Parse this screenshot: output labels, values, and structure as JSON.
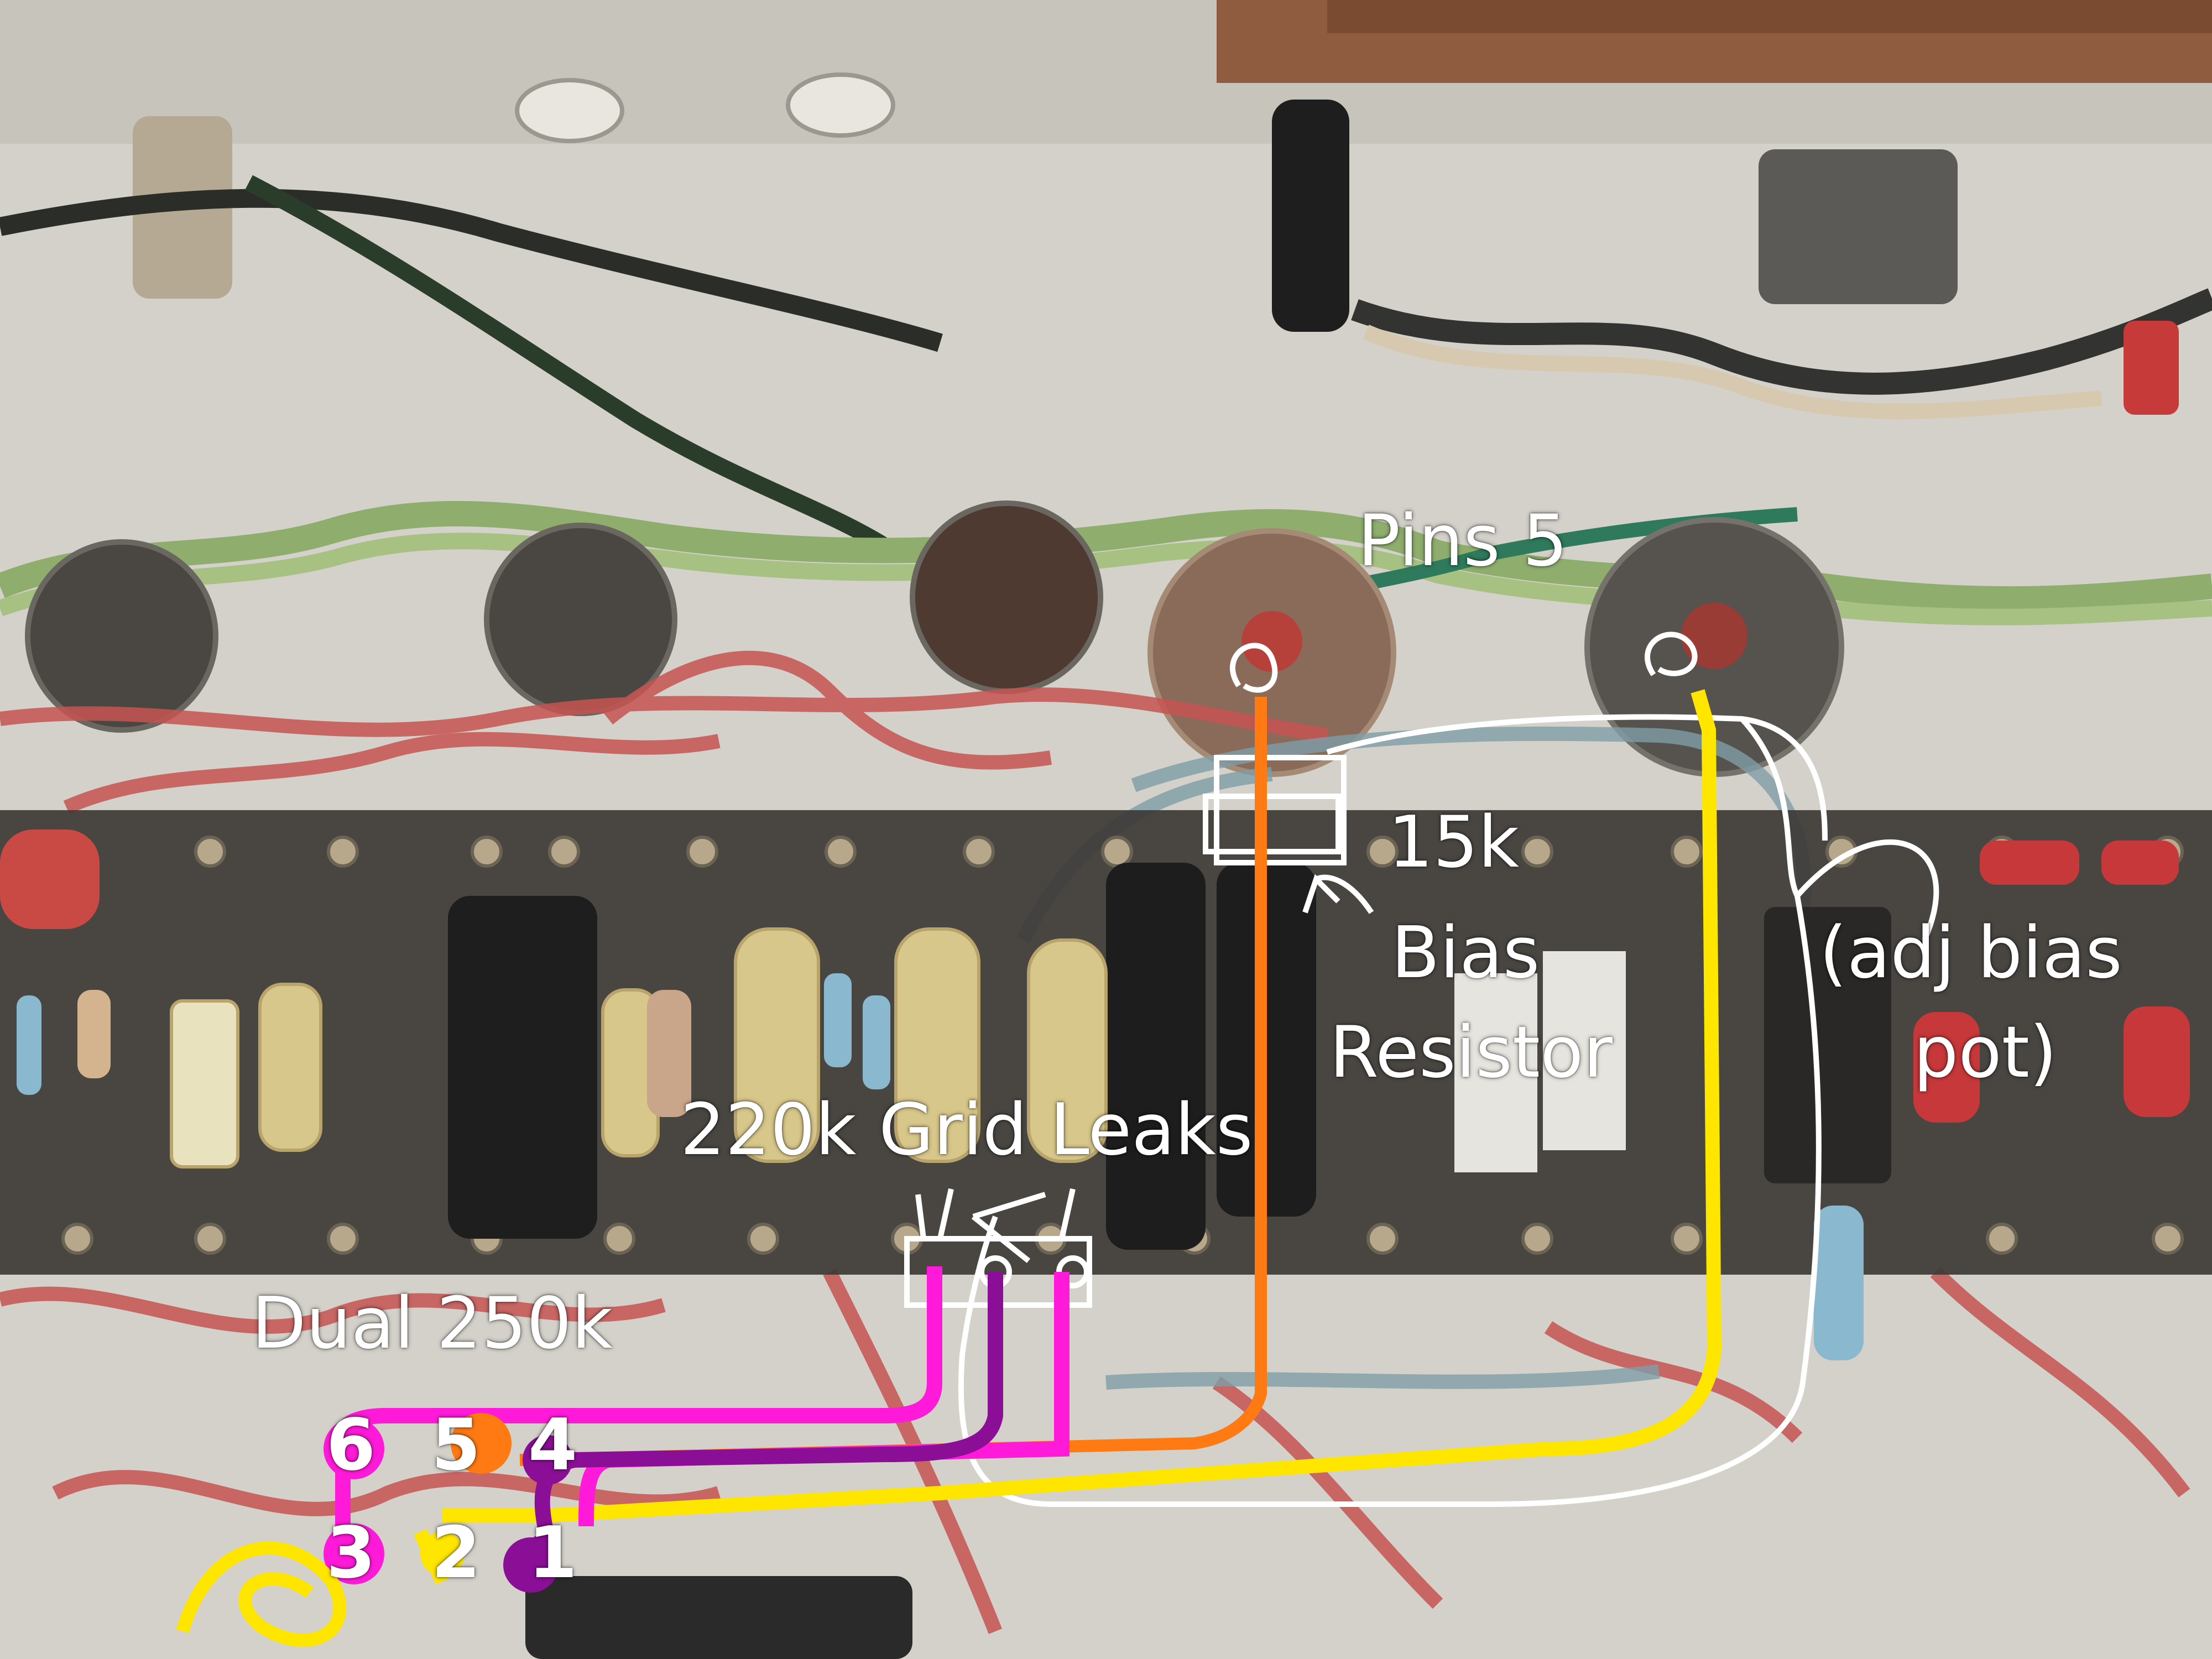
{
  "annotations": {
    "pins_5": "Pins 5",
    "resistor_value": "15k",
    "bias_resistor_line1": "Bias",
    "bias_resistor_line2": "Resistor",
    "adj_bias_line1": "(adj bias",
    "adj_bias_line2": "pot)",
    "grid_leaks": "220k Grid Leaks",
    "dual_pot": "Dual 250k"
  },
  "pot_pins": {
    "top_row": [
      "6",
      "5",
      "4"
    ],
    "bottom_row": [
      "3",
      "2",
      "1"
    ]
  },
  "wire_colors": {
    "magenta": "#ff1ad9",
    "purple": "#8a0f96",
    "orange": "#ff7a12",
    "yellow": "#ffe600",
    "white": "#ffffff"
  }
}
